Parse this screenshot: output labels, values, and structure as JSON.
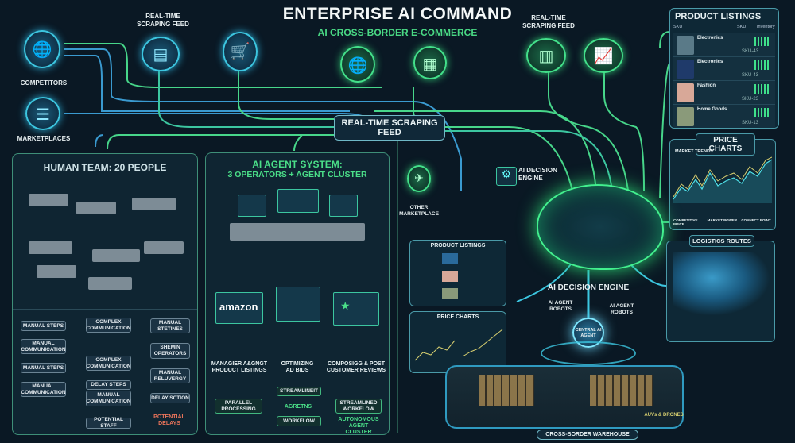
{
  "header": {
    "title": "ENTERPRISE AI COMMAND",
    "subtitle": "AI CROSS-BORDER E-COMMERCE"
  },
  "sources": {
    "competitors": "COMPETITORS",
    "marketplaces": "MARKETPLACES",
    "feed_left": "REAL-TIME SCRAPING FEED",
    "feed_right": "REAL-TIME SCRAPING FEED",
    "feed_pill": "REAL-TIME SCRAPING FEED",
    "other_marketplace": "OTHER MARKETPLACE",
    "decision_engine_small": "AI DECISION ENGINE"
  },
  "human_team": {
    "title": "HUMAN TEAM: 20 PEOPLE",
    "col1": [
      "MANUAL STEPS",
      "MANUAL COMMUNICATION",
      "MANUAL STEPS",
      "MANUAL COMMUNICATION"
    ],
    "col2": [
      "COMPLEX COMMUNICATION",
      "COMPLEX COMMUNICATION",
      "DELAY STEPS",
      "MANUAL COMMUNICATION",
      "POTENTIAL STAFF"
    ],
    "col3": [
      "MANUAL STETINES",
      "SHEMIN OPERATORS",
      "MANUAL RELUVERGY",
      "DELAY SCTION"
    ],
    "result": "POTENTIAL DELAYS"
  },
  "agent_system": {
    "title_line1": "AI AGENT SYSTEM:",
    "title_line2": "3 OPERATORS + AGENT CLUSTER",
    "brand": "amazon",
    "agents": [
      "MANAGIER A&GNGT PRODUCT LISTINGS",
      "OPTIMIZING AD BIDS",
      "COMPOSIGG & POST CUSTOMER REVIEWS"
    ],
    "flow": {
      "parallel": "PARALLEL PROCESSING",
      "streamline": "STREAMLINEIT",
      "agents": "AGRETNS",
      "workflow": "WORKFLOW",
      "streamlined": "STREAMLINED WORKFLOW",
      "cluster": "AUTONOMOUS AGENT CLUSTER"
    }
  },
  "product_listings": {
    "title": "PRODUCT LISTINGS",
    "headers": [
      "SKU",
      "SKU",
      "Inventory"
    ],
    "rows": [
      {
        "name": "Electronics",
        "sku": "SKU-43"
      },
      {
        "name": "Electronics",
        "sku": "SKU-43"
      },
      {
        "name": "Fashion",
        "sku": "SKU-23"
      },
      {
        "name": "Home Goods",
        "sku": "SKU-13"
      }
    ]
  },
  "price_charts": {
    "title": "PRICE CHARTS",
    "subtitle": "MARKET TRENDS",
    "footer": [
      "COMPETITIVE PRICE",
      "MARKET POWER",
      "CONNECT POINT"
    ]
  },
  "center": {
    "product_listings": "PRODUCT LISTINGS",
    "price_charts": "PRICE CHARTS",
    "decision_engine": "AI DECISION ENGINE",
    "robots_left": "AI AGENT ROBOTS",
    "robots_right": "AI AGENT ROBOTS",
    "central_agent": "CENTRAL AI AGENT",
    "logistics": "LOGISTICS ROUTES",
    "auvs": "AUVs & DRONES",
    "warehouse": "CROSS-BORDER WAREHOUSE"
  },
  "colors": {
    "bg": "#0a1824",
    "green": "#49d884",
    "cyan": "#3cc6e0",
    "delay": "#e8735a"
  }
}
